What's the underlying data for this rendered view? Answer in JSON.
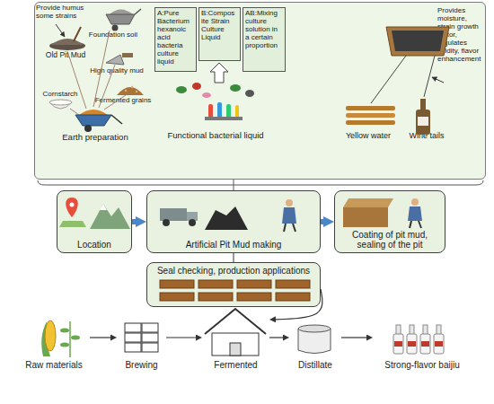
{
  "diagram": {
    "nodes": [
      {
        "text": [
          "Provide humus some strains",
          "Foundation soil",
          "Old Pit Mud",
          "High quality mud",
          "Cornstarch",
          "Fermented grains",
          "Earth preparation",
          "Functional bacterial liquid",
          "Yellow water",
          "Wine tails",
          "Provides moisture, strain growth factor, regulates acidity, flavor enhancement"
        ]
      },
      {
        "text": [
          "A:Pure Bacterium hexanoic acid bacteria culture liquid"
        ],
        "in": 0
      },
      {
        "text": [
          "B:Compos ite Strain Culture Liquid"
        ],
        "in": 0
      },
      {
        "text": [
          "AB:Mixing culture solution in a certain proportion"
        ],
        "in": 0
      },
      {
        "text": [
          "Location"
        ]
      },
      {
        "text": [
          "Artificial Pit Mud making"
        ]
      },
      {
        "text": [
          "Coating of pit mud, sealing of the pit"
        ]
      },
      {
        "text": [
          "Seal checking, production applications"
        ]
      },
      {
        "text": [
          "Raw materials"
        ]
      },
      {
        "text": [
          "Brewing"
        ]
      },
      {
        "text": [
          "Fermented"
        ]
      },
      {
        "text": [
          "Distillate"
        ]
      },
      {
        "text": [
          "Strong-flavor baijiu"
        ]
      }
    ],
    "edges": [
      {
        "from": 0,
        "to": 5,
        "arrow": "none"
      },
      {
        "from": 4,
        "to": 5,
        "arrow": "to"
      },
      {
        "from": 5,
        "to": 6,
        "arrow": "to"
      },
      {
        "from": 5,
        "to": 7,
        "arrow": "none"
      },
      {
        "from": 7,
        "to": 10,
        "arrow": "to"
      },
      {
        "from": 8,
        "to": 9,
        "arrow": "to"
      },
      {
        "from": 9,
        "to": 10,
        "arrow": "to"
      },
      {
        "from": 10,
        "to": 11,
        "arrow": "to"
      },
      {
        "from": 11,
        "to": 12,
        "arrow": "to"
      }
    ]
  }
}
